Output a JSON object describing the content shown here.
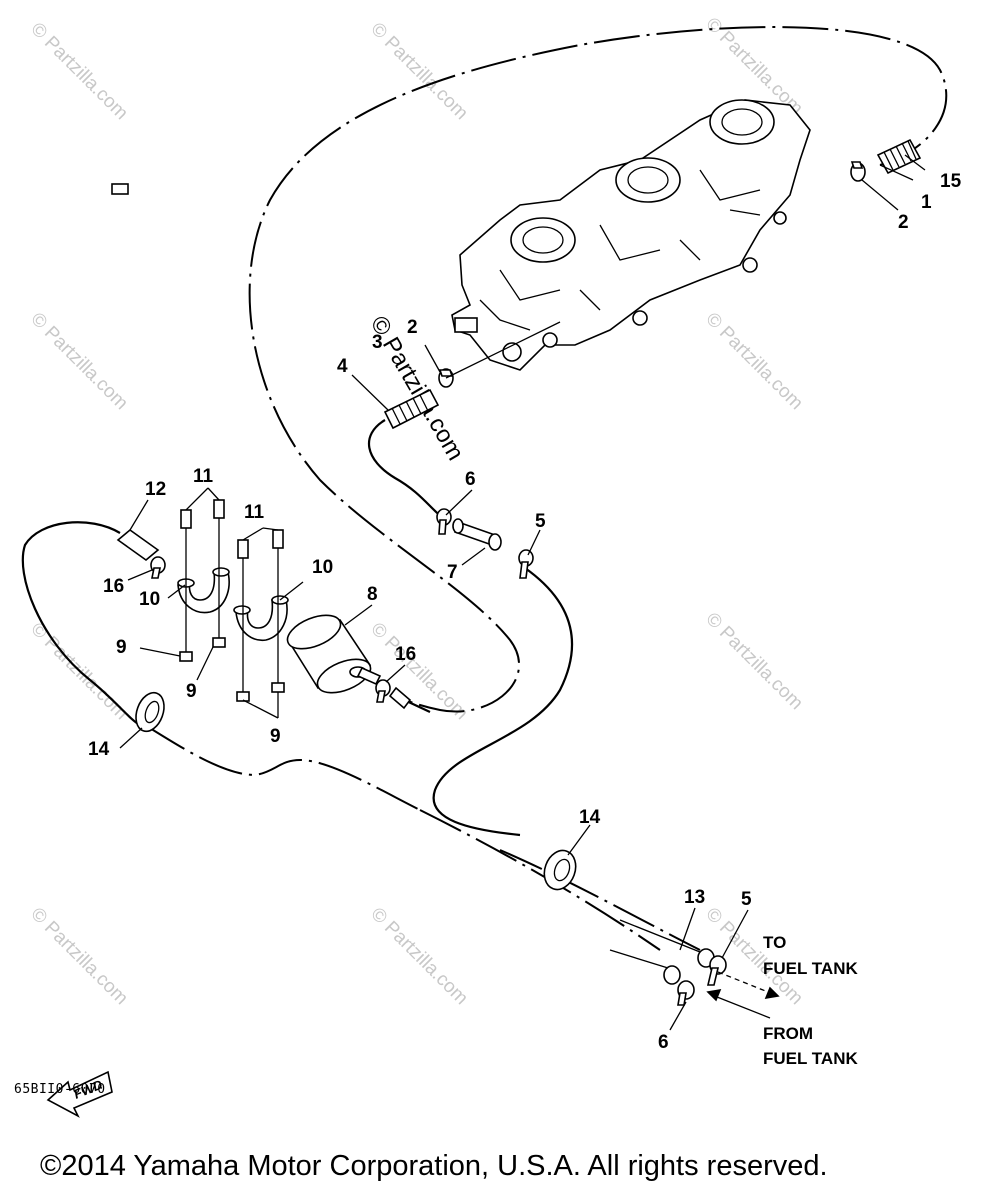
{
  "diagram": {
    "callouts": [
      {
        "id": "c1",
        "text": "1"
      },
      {
        "id": "c2a",
        "text": "2"
      },
      {
        "id": "c2b",
        "text": "2"
      },
      {
        "id": "c3",
        "text": "3"
      },
      {
        "id": "c4",
        "text": "4"
      },
      {
        "id": "c5a",
        "text": "5"
      },
      {
        "id": "c5b",
        "text": "5"
      },
      {
        "id": "c6a",
        "text": "6"
      },
      {
        "id": "c6b",
        "text": "6"
      },
      {
        "id": "c7",
        "text": "7"
      },
      {
        "id": "c8",
        "text": "8"
      },
      {
        "id": "c9a",
        "text": "9"
      },
      {
        "id": "c9b",
        "text": "9"
      },
      {
        "id": "c9c",
        "text": "9"
      },
      {
        "id": "c10a",
        "text": "10"
      },
      {
        "id": "c10b",
        "text": "10"
      },
      {
        "id": "c11a",
        "text": "11"
      },
      {
        "id": "c11b",
        "text": "11"
      },
      {
        "id": "c12",
        "text": "12"
      },
      {
        "id": "c13",
        "text": "13"
      },
      {
        "id": "c14a",
        "text": "14"
      },
      {
        "id": "c14b",
        "text": "14"
      },
      {
        "id": "c15",
        "text": "15"
      },
      {
        "id": "c16a",
        "text": "16"
      },
      {
        "id": "c16b",
        "text": "16"
      }
    ],
    "to_tank_line1": "TO",
    "to_tank_line2": "FUEL TANK",
    "from_tank_line1": "FROM",
    "from_tank_line2": "FUEL TANK",
    "fwd_label": "FWD",
    "drawing_code": "65BII0-6070",
    "watermark": "© Partzilla.com",
    "copyright": "©2014 Yamaha Motor Corporation, U.S.A. All rights reserved."
  }
}
